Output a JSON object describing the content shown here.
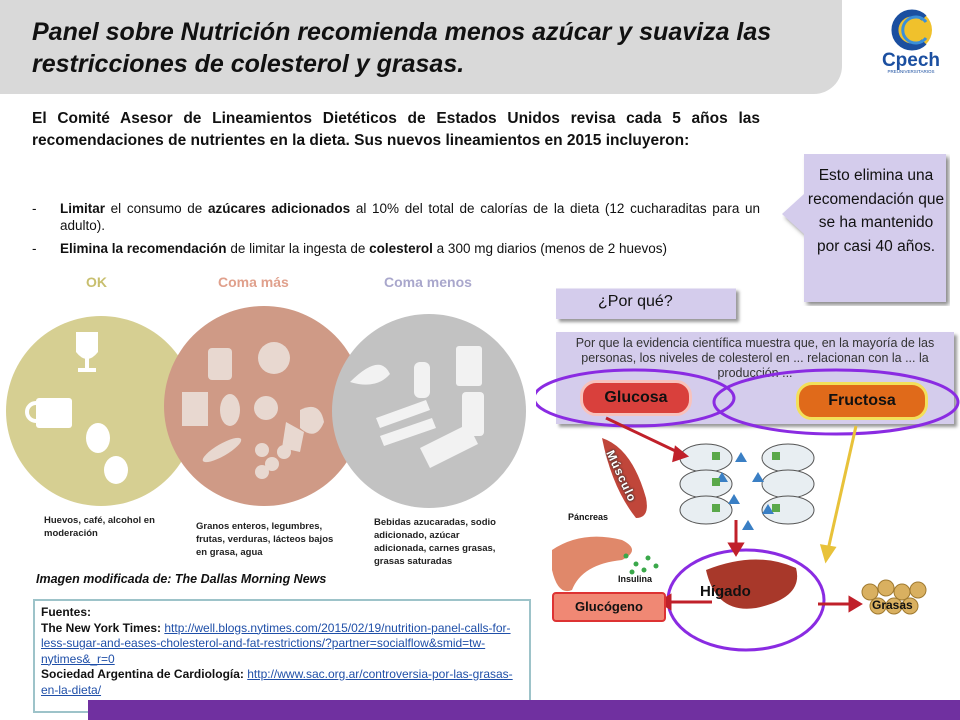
{
  "header": {
    "title": "Panel sobre Nutrición recomienda menos azúcar y suaviza las restricciones de colesterol y grasas.",
    "logo_text": "Cpech",
    "logo_subtext": "PREUNIVERSITARIOS"
  },
  "intro": {
    "text": "El Comité Asesor de Lineamientos Dietéticos de Estados Unidos revisa cada 5 años las recomendaciones de nutrientes en la dieta. Sus nuevos lineamientos en 2015 incluyeron:"
  },
  "bullets": [
    {
      "dash": "-",
      "lead": "Limitar",
      "p1": " el consumo de ",
      "b1": "azúcares adicionados",
      "p2": " al 10% del total de calorías de la dieta (12 cucharaditas para un adulto)."
    },
    {
      "dash": "-",
      "lead": "Elimina la recomendación",
      "p1": " de limitar la ingesta de ",
      "b1": "colesterol",
      "p2": " a 300 mg diarios (menos de 2 huevos)"
    }
  ],
  "food_groups": [
    {
      "label": "OK",
      "color": "#c8bf6e",
      "circle": "#d6cf92",
      "caption": "Huevos, café, alcohol en moderación"
    },
    {
      "label": "Coma más",
      "color": "#e0a08c",
      "circle": "#cf9a86",
      "caption": "Granos enteros, legumbres, frutas, verduras, lácteos bajos en grasa, agua"
    },
    {
      "label": "Coma menos",
      "color": "#a9a7cc",
      "circle": "#c2c2c2",
      "caption": "Bebidas azucaradas, sodio adicionado, azúcar adicionada, carnes grasas, grasas saturadas"
    }
  ],
  "image_credit": "Imagen modificada de: The Dallas Morning News",
  "sources": {
    "heading": "Fuentes:",
    "nyt_label": "The New York Times: ",
    "nyt_url": "http://well.blogs.nytimes.com/2015/02/19/nutrition-panel-calls-for-less-sugar-and-eases-cholesterol-and-fat-restrictions/?partner=socialflow&smid=tw-nytimes&_r=0",
    "sac_label": "Sociedad Argentina de Cardiología: ",
    "sac_url": "http://www.sac.org.ar/controversia-por-las-grasas-en-la-dieta/"
  },
  "callout": {
    "text": "Esto elimina una recomendación que se ha mantenido por casi 40 años."
  },
  "why": {
    "label": "¿Por qué?"
  },
  "evidence": {
    "text": "Por que la evidencia científica muestra que, en la mayoría de las personas, los niveles de colesterol en ... relacionan con la ... la producción ..."
  },
  "diagram": {
    "glucosa": "Glucosa",
    "fructosa": "Fructosa",
    "musculo": "Músculo",
    "pancreas": "Páncreas",
    "insulina": "Insulina",
    "higado": "Hígado",
    "glucogeno": "Glucógeno",
    "grasas": "Grasas"
  },
  "colors": {
    "accent_purple": "#7030a0",
    "box_lavender": "#d4ccec",
    "arrow_red": "#c0202a",
    "arrow_yellow": "#e8c23a"
  }
}
